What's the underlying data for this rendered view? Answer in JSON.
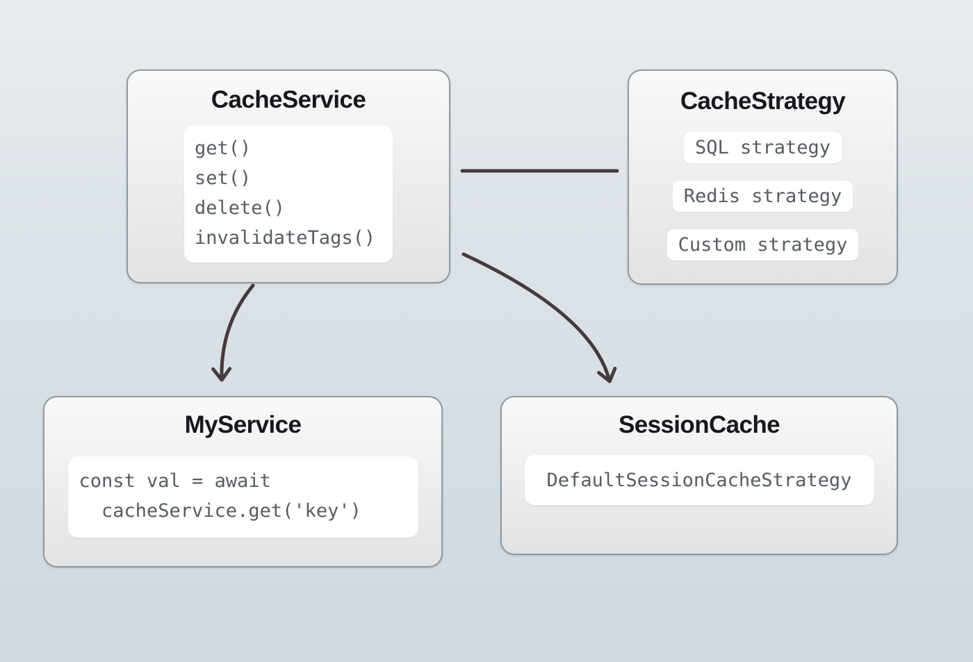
{
  "colors": {
    "bg_top": "#e9edf0",
    "bg_mid": "#dde4e9",
    "bg_bottom": "#d0d9df",
    "box_border": "#8f999f",
    "title_text": "#16181d",
    "code_text": "#575c63",
    "arrow": "#473a3f",
    "panel_bg": "#ffffff"
  },
  "nodes": {
    "cache_service": {
      "title": "CacheService",
      "methods": [
        "get()",
        "set()",
        "delete()",
        "invalidateTags()"
      ]
    },
    "cache_strategy": {
      "title": "CacheStrategy",
      "strategies": [
        "SQL strategy",
        "Redis strategy",
        "Custom strategy"
      ]
    },
    "my_service": {
      "title": "MyService",
      "code_lines": [
        "const val = await",
        "  cacheService.get('key')"
      ]
    },
    "session_cache": {
      "title": "SessionCache",
      "strategy_label": "DefaultSessionCacheStrategy"
    }
  },
  "connections": [
    {
      "from": "CacheService",
      "to": "CacheStrategy",
      "type": "line"
    },
    {
      "from": "CacheService",
      "to": "MyService",
      "type": "arrow"
    },
    {
      "from": "CacheService",
      "to": "SessionCache",
      "type": "arrow"
    }
  ]
}
